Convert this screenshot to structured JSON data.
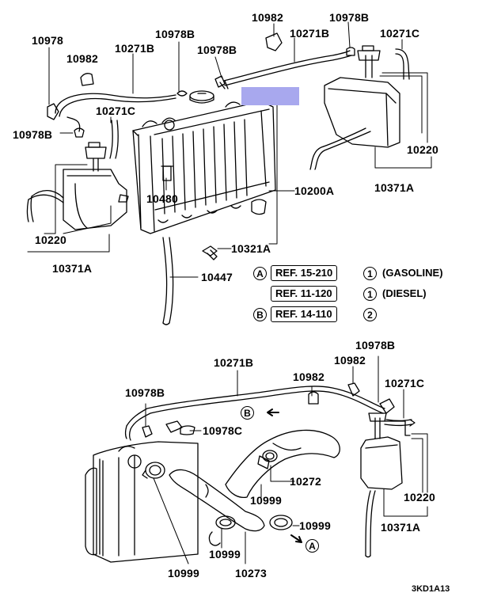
{
  "parts": {
    "p10978": "10978",
    "p10982_a": "10982",
    "p10271B_a": "10271B",
    "p10978B_a": "10978B",
    "p10982_top": "10982",
    "p10978B_top": "10978B",
    "p10271C_top": "10271C",
    "p10271B_top": "10271B",
    "p10978B_mid": "10978B",
    "p10978B_left": "10978B",
    "p10271C_left": "10271C",
    "p10480": "10480",
    "p10220_left": "10220",
    "p10371A_left": "10371A",
    "p10200A": "10200A",
    "p10220_right": "10220",
    "p10371A_right": "10371A",
    "p10321A": "10321A",
    "p10447": "10447",
    "p10978B_b1": "10978B",
    "p10271B_b": "10271B",
    "p10982_b1": "10982",
    "p10982_b2": "10982",
    "p10978B_b2": "10978B",
    "p10271C_b": "10271C",
    "p10978C": "10978C",
    "p10272": "10272",
    "p10999_a": "10999",
    "p10220_b": "10220",
    "p10999_b": "10999",
    "p10371A_b": "10371A",
    "p10999_c": "10999",
    "p10999_d": "10999",
    "p10273": "10273"
  },
  "refs": {
    "a_letter": "A",
    "ref1": "REF. 15-210",
    "ref1_num": "1",
    "ref1_note": "(GASOLINE)",
    "ref2": "REF. 11-120",
    "ref2_num": "1",
    "ref2_note": "(DIESEL)",
    "b_letter": "B",
    "ref3": "REF. 14-110",
    "ref3_num": "2"
  },
  "markers": {
    "b_arrow": "B",
    "a_arrow": "A"
  },
  "diagram_code": "3KD1A13",
  "colors": {
    "highlight": "#a8a8ee",
    "line": "#000000"
  }
}
